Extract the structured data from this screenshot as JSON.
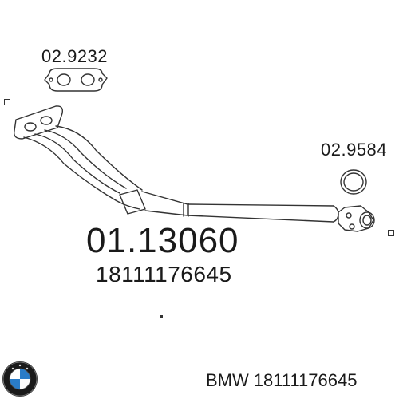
{
  "part_labels": {
    "gasket_flange": "02.9232",
    "gasket_ring": "02.9584",
    "part_number": "01.13060",
    "oem_number": "18111176645"
  },
  "footer": {
    "brand": "BMW",
    "oem_number": "18111176645"
  },
  "icons": {
    "brand_logo": "bmw-roundel-logo"
  },
  "colors": {
    "line": "#333333",
    "text": "#1a1a1a",
    "logo_blue": "#2a7cc7"
  }
}
